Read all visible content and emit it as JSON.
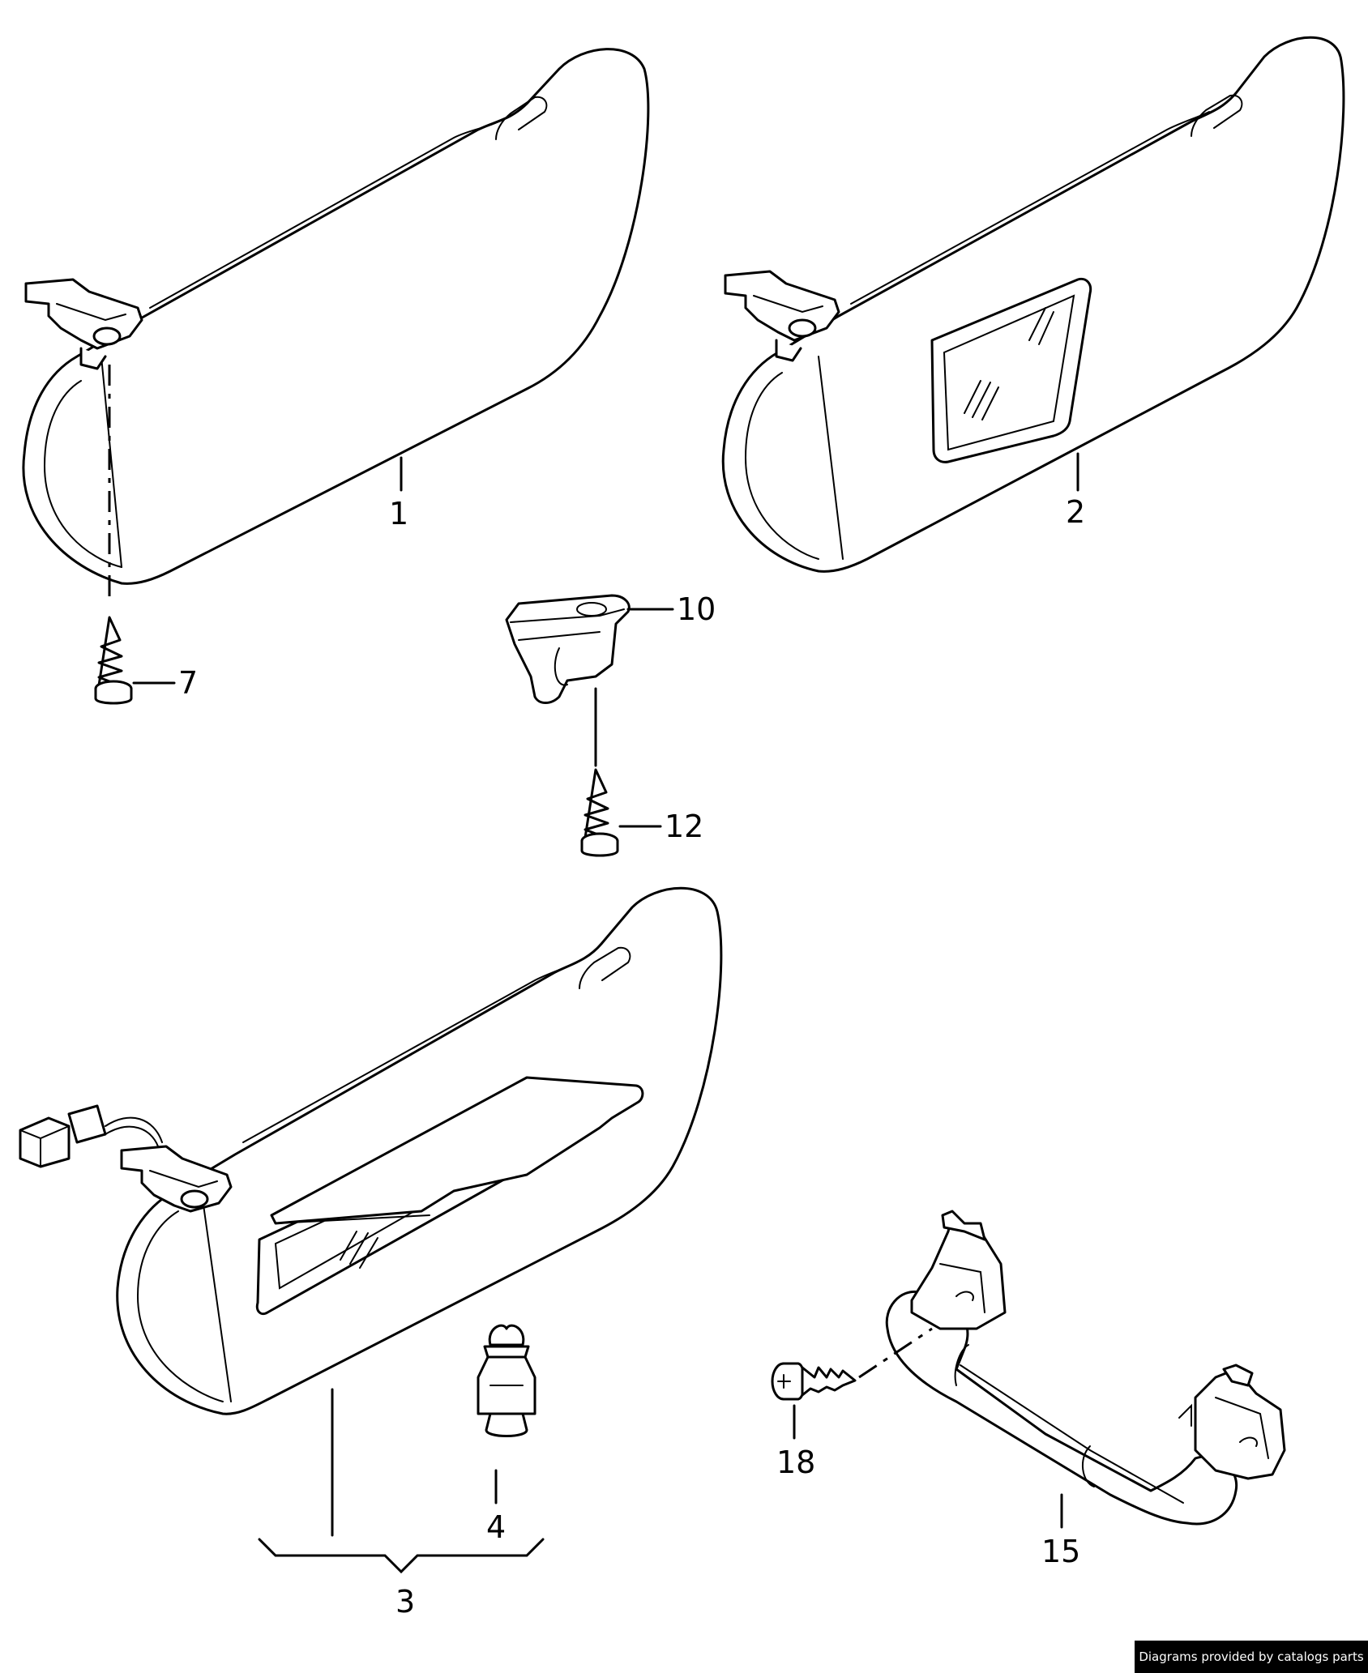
{
  "labels": {
    "p1": "1",
    "p2": "2",
    "p3": "3",
    "p4": "4",
    "p7": "7",
    "p10": "10",
    "p12": "12",
    "p15": "15",
    "p18": "18"
  },
  "credit": "Diagrams provided by catalogs parts",
  "colors": {
    "line": "#000000",
    "background": "#ffffff",
    "credit_bg": "#000000",
    "credit_text": "#ffffff"
  }
}
